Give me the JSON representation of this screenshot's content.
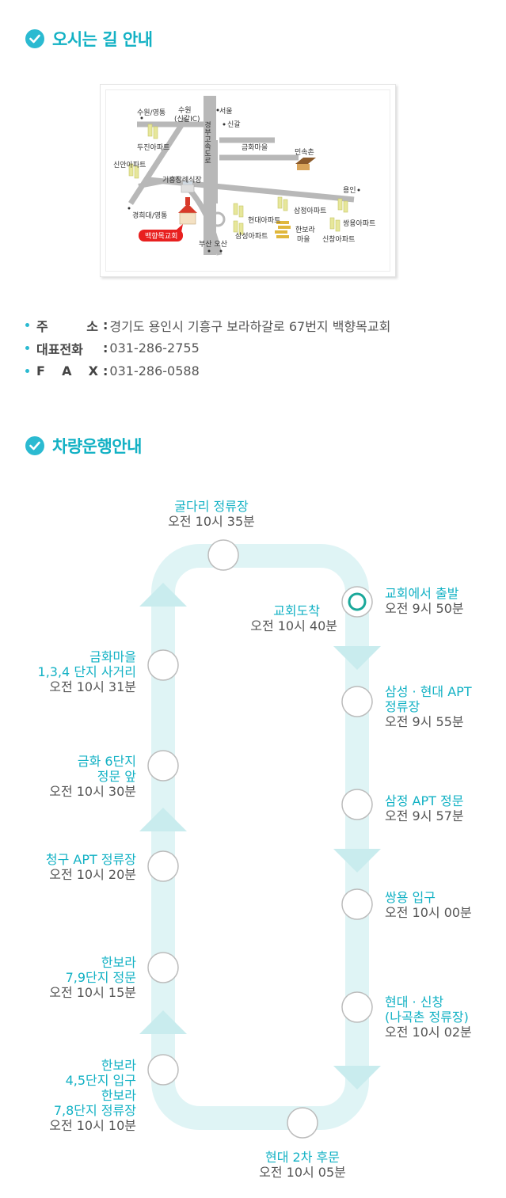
{
  "sections": {
    "directions_title": "오시는 길 안내",
    "shuttle_title": "차량운행안내"
  },
  "map": {
    "labels": {
      "suwon_yeongtong": "수원/영통",
      "suwon_ic_1": "수원",
      "suwon_ic_2": "(신갈IC)",
      "seoul": "서울",
      "singal": "신갈",
      "expressway": "경부고속도로",
      "dujin": "두진아파트",
      "geumhwa": "금화마을",
      "minsokchon": "민속촌",
      "sinan": "신안아파트",
      "giheung_funeral": "기흥장례식장",
      "yongin": "용인",
      "kyunghee": "경희대/영통",
      "hyundai": "현대아파트",
      "samjeong": "삼정아파트",
      "ssangyong": "쌍용아파트",
      "hanbora_1": "한보라",
      "hanbora_2": "마을",
      "samsung": "삼성아파트",
      "sinchang": "신창아파트",
      "church": "백향목교회",
      "busan_osan": "부산 오산"
    }
  },
  "info": [
    {
      "label": [
        "주",
        "소"
      ],
      "value": "경기도 용인시 기흥구 보라하갈로 67번지 백향목교회"
    },
    {
      "label": [
        "대표전화"
      ],
      "value": "031-286-2755"
    },
    {
      "label": [
        "F",
        "A",
        "X"
      ],
      "value": "031-286-0588"
    }
  ],
  "colon": ":",
  "stops": {
    "gulda": {
      "name": "굴다리 정류장",
      "time": "오전 10시 35분"
    },
    "arrive": {
      "name": "교회도착",
      "time": "오전 10시 40분"
    },
    "depart": {
      "name": "교회에서 출발",
      "time": "오전 9시 50분"
    },
    "geumhwa134": {
      "name1": "금화마을",
      "name2": "1,3,4 단지 사거리",
      "time": "오전 10시 31분"
    },
    "samsung_hd": {
      "name1": "삼성 · 현대 APT",
      "name2": "정류장",
      "time": "오전 9시 55분"
    },
    "geumhwa6": {
      "name1": "금화 6단지",
      "name2": "정문 앞",
      "time": "오전 10시 30분"
    },
    "samjeong": {
      "name": "삼정 APT 정문",
      "time": "오전 9시 57분"
    },
    "cheonggu": {
      "name": "청구 APT 정류장",
      "time": "오전 10시 20분"
    },
    "ssangyong": {
      "name": "쌍용 입구",
      "time": "오전 10시 00분"
    },
    "hanbora79": {
      "name1": "한보라",
      "name2": "7,9단지 정문",
      "time": "오전 10시 15분"
    },
    "hyundai_sc": {
      "name1": "현대 · 신창",
      "name2": "(나곡촌 정류장)",
      "time": "오전 10시 02분"
    },
    "hanbora45": {
      "name1": "한보라",
      "name2": "4,5단지 입구",
      "name3": "한보라",
      "name4": "7,8단지 정류장",
      "time": "오전 10시 10분"
    },
    "hyundai2": {
      "name": "현대 2차 후문",
      "time": "오전 10시 05분"
    }
  },
  "colors": {
    "accent": "#12b1c4",
    "route": "#dff4f5",
    "route_arrow": "#c9ecee",
    "church_label": "#e8201f"
  }
}
